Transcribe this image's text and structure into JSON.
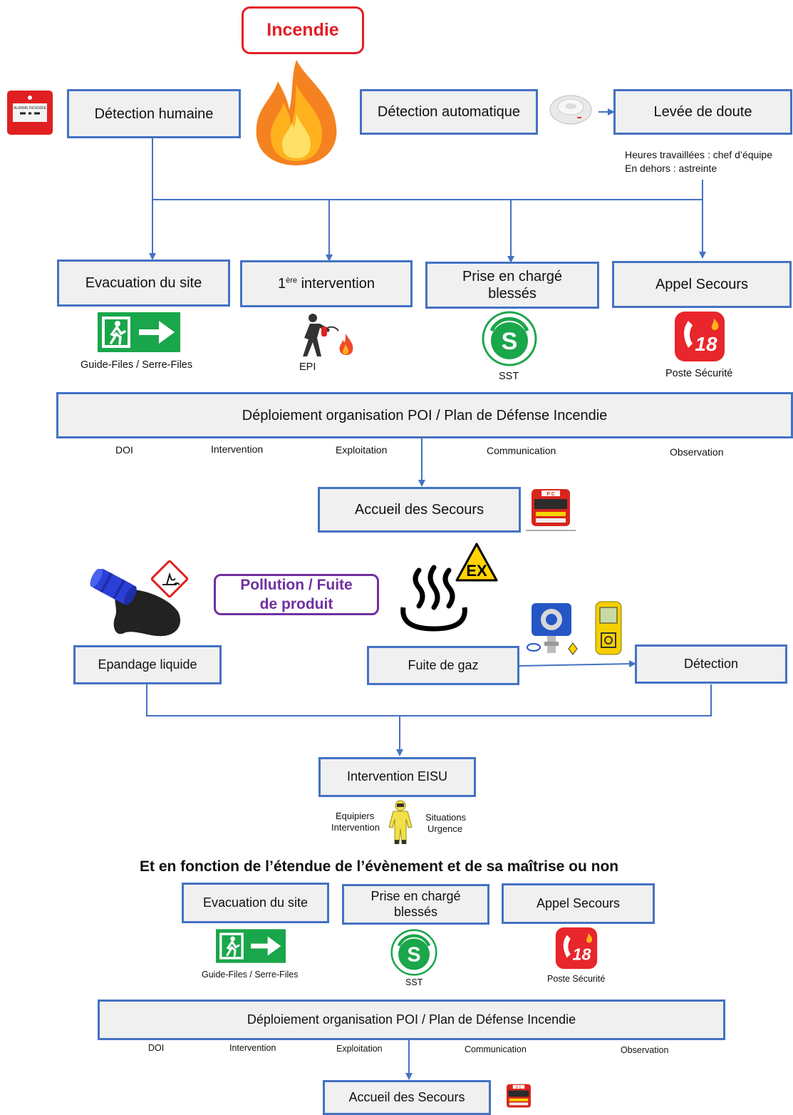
{
  "incendie": "Incendie",
  "detection_humaine": "Détection humaine",
  "detection_automatique": "Détection automatique",
  "levee_de_doute": "Levée de doute",
  "heures_travaillees": "Heures travaillées  : chef d’équipe",
  "en_dehors": "En dehors : astreinte",
  "actions1": {
    "evacuation": "Evacuation du site",
    "intervention_num": "1",
    "intervention_sup": "ère",
    "intervention_rest": " intervention",
    "prise_line1": "Prise en chargé",
    "prise_line2": "blessés",
    "appel": "Appel Secours"
  },
  "captions1": {
    "guide": "Guide-Files / Serre-Files",
    "epi": "EPI",
    "sst": "SST",
    "poste": "Poste Sécurité"
  },
  "deploiement": "Déploiement organisation POI / Plan de Défense Incendie",
  "roles": [
    "DOI",
    "Intervention",
    "Exploitation",
    "Communication",
    "Observation"
  ],
  "accueil": "Accueil des Secours",
  "pollution_line1": "Pollution / Fuite",
  "pollution_line2": "de produit",
  "epandage": "Epandage liquide",
  "fuite_gaz": "Fuite de gaz",
  "detection": "Détection",
  "intervention_eisu": "Intervention EISU",
  "equipiers_line1": "Equipiers",
  "equipiers_line2": "Intervention",
  "situations_line1": "Situations",
  "situations_line2": "Urgence",
  "heading": "Et en fonction de l’étendue de l’évènement et de sa maîtrise ou non",
  "actions2": {
    "evacuation": "Evacuation du site",
    "prise_line1": "Prise en chargé",
    "prise_line2": "blessés",
    "appel": "Appel Secours"
  },
  "captions2": {
    "guide": "Guide-Files / Serre-Files",
    "sst": "SST",
    "poste": "Poste Sécurité"
  },
  "deploiement2": "Déploiement organisation POI / Plan de Défense Incendie",
  "roles2": [
    "DOI",
    "Intervention",
    "Exploitation",
    "Communication",
    "Observation"
  ],
  "accueil2": "Accueil des Secours",
  "icon_text": {
    "ex": "EX",
    "eighteen": "18",
    "pc": "P C",
    "s": "S"
  },
  "colors": {
    "box_border": "#4472c4",
    "box_fill": "#f0f0f0",
    "incendie": "#e31e24",
    "pollution": "#7030a0",
    "exit_green": "#1aa64a"
  }
}
